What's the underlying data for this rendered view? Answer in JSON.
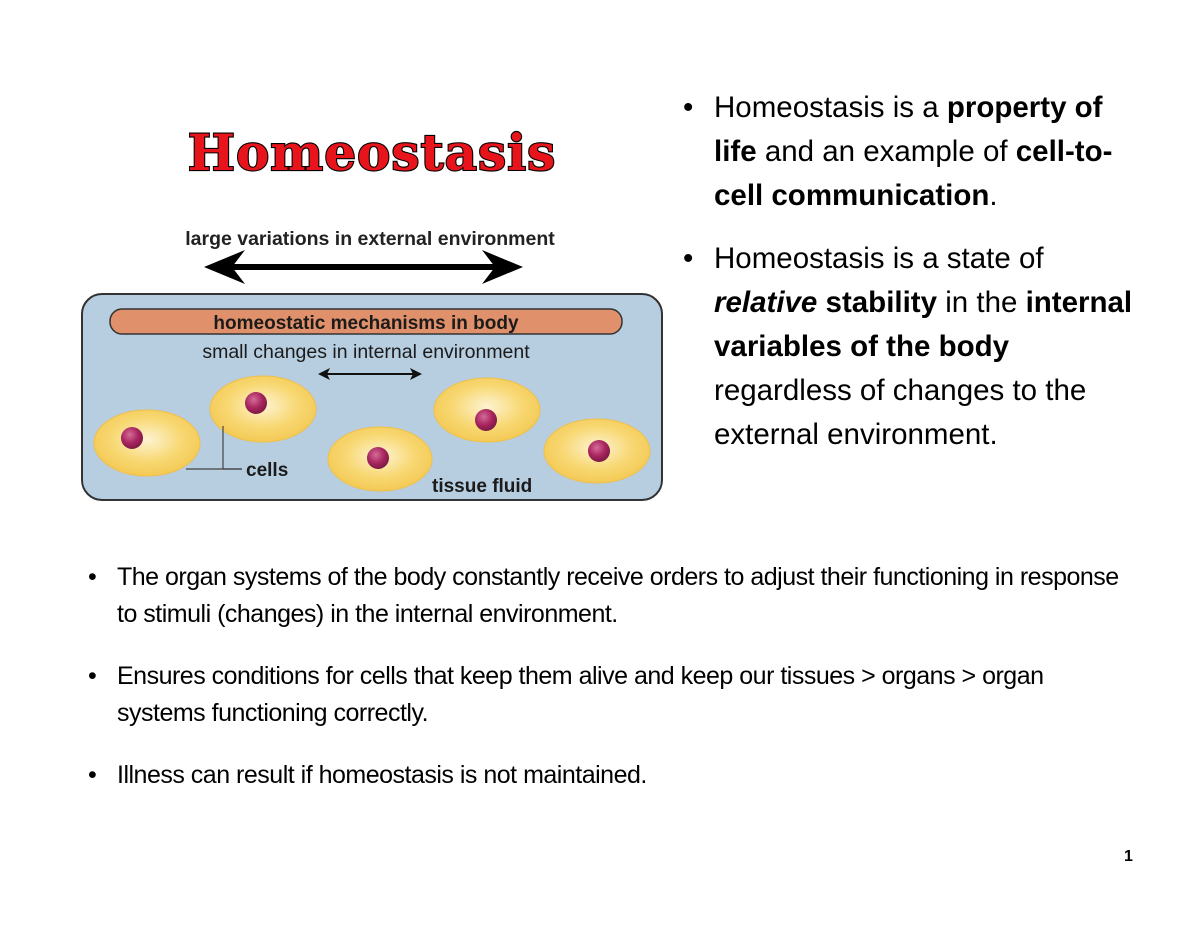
{
  "diagram": {
    "title": "Homeostasis",
    "external_label": "large variations in external environment",
    "mechanism_label": "homeostatic mechanisms in body",
    "internal_label": "small changes in internal environment",
    "cells_label": "cells",
    "fluid_label": "tissue fluid",
    "colors": {
      "title_fill": "#e8141c",
      "box_fill": "#b7cde0",
      "bar_fill": "#e0906a",
      "cell_fill": "#f6cf5e",
      "nucleus_fill": "#a8245e"
    }
  },
  "right_bullets": [
    {
      "parts": [
        {
          "text": "Homeostasis is a ",
          "style": "normal"
        },
        {
          "text": "property of life",
          "style": "bold"
        },
        {
          "text": " and an example of ",
          "style": "normal"
        },
        {
          "text": "cell-to-cell communication",
          "style": "bold"
        },
        {
          "text": ".",
          "style": "normal"
        }
      ]
    },
    {
      "parts": [
        {
          "text": "Homeostasis is a state of ",
          "style": "normal"
        },
        {
          "text": "relative",
          "style": "bold-italic"
        },
        {
          "text": " ",
          "style": "normal"
        },
        {
          "text": "stability",
          "style": "bold"
        },
        {
          "text": " in the ",
          "style": "normal"
        },
        {
          "text": "internal variables of the body",
          "style": "bold"
        },
        {
          "text": " regardless of changes to the external environment.",
          "style": "normal"
        }
      ]
    }
  ],
  "bottom_bullets": [
    "The organ systems of the body constantly receive orders to adjust their functioning in response to stimuli (changes) in the internal environment.",
    "Ensures conditions for cells that keep them alive and keep our tissues > organs > organ systems functioning correctly.",
    "Illness can result if homeostasis is not maintained."
  ],
  "bullet_char": "•",
  "page_number": "1"
}
